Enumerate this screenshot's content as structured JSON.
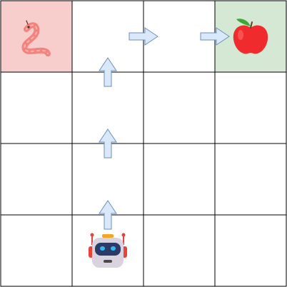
{
  "grid": {
    "rows": 4,
    "cols": 4,
    "line_color": "#000000",
    "background": "#ffffff",
    "cells": [
      {
        "row": 0,
        "col": 0,
        "type": "hazard",
        "fill": "#f8cecc"
      },
      {
        "row": 0,
        "col": 3,
        "type": "goal",
        "fill": "#d5e8d4"
      }
    ]
  },
  "entities": [
    {
      "name": "worm",
      "icon": "worm-icon",
      "row": 0,
      "col": 0,
      "color": "#f4837d"
    },
    {
      "name": "apple",
      "icon": "apple-icon",
      "row": 0,
      "col": 3,
      "color": "#ef2b2d",
      "leaf_color": "#3aaa35"
    },
    {
      "name": "robot",
      "icon": "robot-icon",
      "row": 3,
      "col": 1,
      "color": "#d9d3e0",
      "accent": "#e8423b",
      "visor": "#2b3a67",
      "eyes": "#35b6f0"
    }
  ],
  "path": [
    {
      "from": [
        3,
        1
      ],
      "to": [
        2,
        1
      ],
      "direction": "up"
    },
    {
      "from": [
        2,
        1
      ],
      "to": [
        1,
        1
      ],
      "direction": "up"
    },
    {
      "from": [
        1,
        1
      ],
      "to": [
        0,
        1
      ],
      "direction": "up"
    },
    {
      "from": [
        0,
        1
      ],
      "to": [
        0,
        2
      ],
      "direction": "right"
    },
    {
      "from": [
        0,
        2
      ],
      "to": [
        0,
        3
      ],
      "direction": "right"
    }
  ],
  "arrow_style": {
    "fill": "#dae8fc",
    "stroke": "#6c8ebf"
  }
}
